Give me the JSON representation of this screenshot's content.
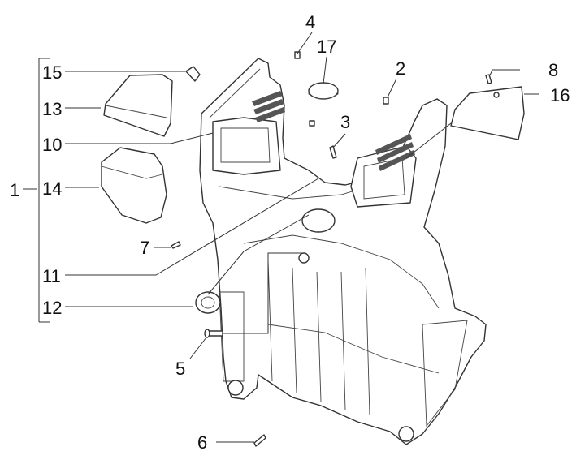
{
  "diagram": {
    "title": "Front shield / legshield back plate exploded view",
    "group_label": "1",
    "group_members": [
      "15",
      "13",
      "10",
      "14",
      "7",
      "11",
      "12"
    ],
    "callouts": [
      {
        "id": "c1",
        "label": "1"
      },
      {
        "id": "c2",
        "label": "2"
      },
      {
        "id": "c3",
        "label": "3"
      },
      {
        "id": "c4",
        "label": "4"
      },
      {
        "id": "c5",
        "label": "5"
      },
      {
        "id": "c6",
        "label": "6"
      },
      {
        "id": "c7",
        "label": "7"
      },
      {
        "id": "c8",
        "label": "8"
      },
      {
        "id": "c10",
        "label": "10"
      },
      {
        "id": "c11",
        "label": "11"
      },
      {
        "id": "c12",
        "label": "12"
      },
      {
        "id": "c13",
        "label": "13"
      },
      {
        "id": "c14",
        "label": "14"
      },
      {
        "id": "c15",
        "label": "15"
      },
      {
        "id": "c16",
        "label": "16"
      },
      {
        "id": "c17",
        "label": "17"
      }
    ],
    "parts": {
      "main": "legshield-back-plate",
      "lid_13": "glovebox-lid",
      "box_14": "glovebox-container",
      "latch_15": "lid-latch",
      "cover_16": "side-cover",
      "cap_17": "round-cap",
      "knob_12": "lock-knob",
      "screw_5": "long-screw",
      "screw_6": "screw",
      "screw_7": "screw",
      "screw_8": "screw",
      "nut_2": "clip-nut",
      "nut_4": "clip-nut",
      "screw_3": "screw"
    }
  }
}
